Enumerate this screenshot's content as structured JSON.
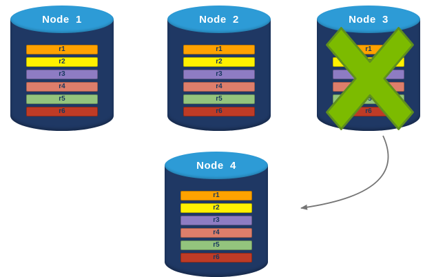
{
  "diagram": {
    "nodes": [
      {
        "label": "Node  1",
        "rows": [
          {
            "label": "r1",
            "color": "#FFA200"
          },
          {
            "label": "r2",
            "color": "#FFF100"
          },
          {
            "label": "r3",
            "color": "#8E7CC3"
          },
          {
            "label": "r4",
            "color": "#DD7E6B"
          },
          {
            "label": "r5",
            "color": "#93C47D"
          },
          {
            "label": "r6",
            "color": "#BE3B26"
          }
        ]
      },
      {
        "label": "Node  2",
        "rows": [
          {
            "label": "r1",
            "color": "#FFA200"
          },
          {
            "label": "r2",
            "color": "#FFF100"
          },
          {
            "label": "r3",
            "color": "#8E7CC3"
          },
          {
            "label": "r4",
            "color": "#DD7E6B"
          },
          {
            "label": "r5",
            "color": "#93C47D"
          },
          {
            "label": "r6",
            "color": "#BE3B26"
          }
        ]
      },
      {
        "label": "Node  3",
        "rows": [
          {
            "label": "r1",
            "color": "#FFA200"
          },
          {
            "label": "r2",
            "color": "#FFF100"
          },
          {
            "label": "r3",
            "color": "#8E7CC3"
          },
          {
            "label": "r4",
            "color": "#DD7E6B"
          },
          {
            "label": "r5",
            "color": "#93C47D"
          },
          {
            "label": "r6",
            "color": "#BE3B26"
          }
        ]
      },
      {
        "label": "Node  4",
        "rows": [
          {
            "label": "r1",
            "color": "#FFA200"
          },
          {
            "label": "r2",
            "color": "#FFF100"
          },
          {
            "label": "r3",
            "color": "#8E7CC3"
          },
          {
            "label": "r4",
            "color": "#DD7E6B"
          },
          {
            "label": "r5",
            "color": "#93C47D"
          },
          {
            "label": "r6",
            "color": "#BE3B26"
          }
        ]
      }
    ],
    "colors": {
      "cylinder_top": "#2D9BD6",
      "cylinder_body": "#1F3864",
      "row_text": "#17375E"
    },
    "failure_mark": {
      "node": "Node 3",
      "shape": "X",
      "fill": "#7CBB00",
      "stroke": "#5F8F1E"
    },
    "arrow": {
      "from": "Node 3",
      "to": "Node 4",
      "color": "#757575"
    }
  }
}
